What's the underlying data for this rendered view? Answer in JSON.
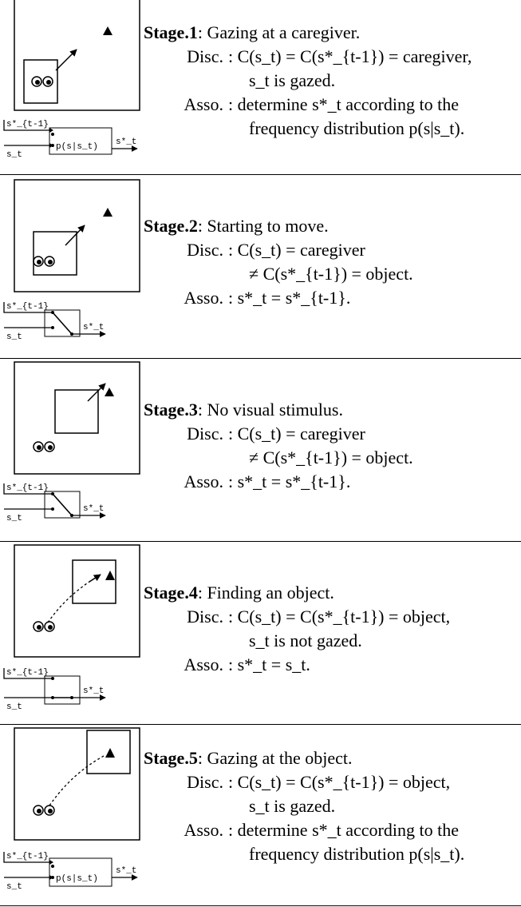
{
  "stages": [
    {
      "title": "Stage.1",
      "subtitle": ": Gazing at a caregiver.",
      "disc": [
        ": C(s_t) = C(s*_{t-1}) = caregiver,",
        "s_t is gazed."
      ],
      "asso": [
        ": determine s*_t according to the",
        "frequency distribution p(s|s_t)."
      ],
      "box_label": "p(s|s_t)"
    },
    {
      "title": "Stage.2",
      "subtitle": ": Starting to move.",
      "disc": [
        ": C(s_t) = caregiver",
        "≠ C(s*_{t-1}) = object."
      ],
      "asso": [
        ": s*_t = s*_{t-1}."
      ]
    },
    {
      "title": "Stage.3",
      "subtitle": ": No visual stimulus.",
      "disc": [
        ": C(s_t) = caregiver",
        "≠ C(s*_{t-1}) = object."
      ],
      "asso": [
        ": s*_t = s*_{t-1}."
      ]
    },
    {
      "title": "Stage.4",
      "subtitle": ": Finding an object.",
      "disc": [
        ": C(s_t) = C(s*_{t-1}) = object,",
        "s_t is not gazed."
      ],
      "asso": [
        ": s*_t = s_t."
      ]
    },
    {
      "title": "Stage.5",
      "subtitle": ": Gazing at the object.",
      "disc": [
        ": C(s_t) = C(s*_{t-1}) = object,",
        "s_t is gazed."
      ],
      "asso": [
        ": determine s*_t according to the",
        "frequency distribution p(s|s_t)."
      ],
      "box_label": "p(s|s_t)"
    }
  ],
  "labels": {
    "disc": "Disc.",
    "asso": "Asso.",
    "in_prev": "s*_{t-1}",
    "in_cur": "s_t",
    "out": "s*_t"
  }
}
